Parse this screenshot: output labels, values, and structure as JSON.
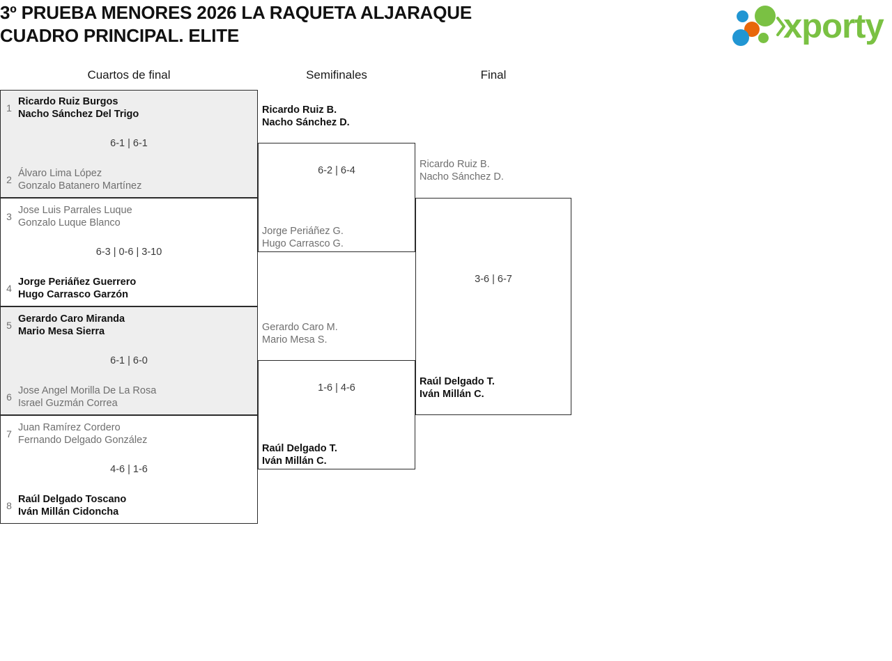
{
  "header": {
    "title_line1": "3º PRUEBA MENORES 2026 LA RAQUETA ALJARAQUE",
    "title_line2": "CUADRO PRINCIPAL. ELITE",
    "logo_text": "xporty"
  },
  "rounds": [
    {
      "label": "Cuartos de final"
    },
    {
      "label": "Semifinales"
    },
    {
      "label": "Final"
    }
  ],
  "quarterfinals": [
    {
      "top": {
        "seed": "1",
        "player1": "Ricardo Ruiz Burgos",
        "player2": "Nacho Sánchez Del Trigo",
        "winner": true
      },
      "bottom": {
        "seed": "2",
        "player1": "Álvaro Lima López",
        "player2": "Gonzalo Batanero Martínez",
        "winner": false
      },
      "score": "6-1 | 6-1"
    },
    {
      "top": {
        "seed": "3",
        "player1": "Jose Luis Parrales Luque",
        "player2": "Gonzalo Luque Blanco",
        "winner": false
      },
      "bottom": {
        "seed": "4",
        "player1": "Jorge Periáñez Guerrero",
        "player2": "Hugo Carrasco Garzón",
        "winner": true
      },
      "score": "6-3 | 0-6 | 3-10"
    },
    {
      "top": {
        "seed": "5",
        "player1": "Gerardo Caro Miranda",
        "player2": "Mario Mesa Sierra",
        "winner": true
      },
      "bottom": {
        "seed": "6",
        "player1": "Jose Angel Morilla De La Rosa",
        "player2": "Israel Guzmán Correa",
        "winner": false
      },
      "score": "6-1 | 6-0"
    },
    {
      "top": {
        "seed": "7",
        "player1": "Juan Ramírez Cordero",
        "player2": "Fernando Delgado González",
        "winner": false
      },
      "bottom": {
        "seed": "8",
        "player1": "Raúl Delgado Toscano",
        "player2": "Iván Millán Cidoncha",
        "winner": true
      },
      "score": "4-6 | 1-6"
    }
  ],
  "semifinals": [
    {
      "top": {
        "player1": "Ricardo Ruiz B.",
        "player2": "Nacho Sánchez D.",
        "winner": true
      },
      "bottom": {
        "player1": "Jorge Periáñez G.",
        "player2": "Hugo Carrasco G.",
        "winner": false
      },
      "score": "6-2 | 6-4"
    },
    {
      "top": {
        "player1": "Gerardo Caro M.",
        "player2": "Mario Mesa S.",
        "winner": false
      },
      "bottom": {
        "player1": "Raúl Delgado T.",
        "player2": "Iván Millán C.",
        "winner": true
      },
      "score": "1-6 | 4-6"
    }
  ],
  "final": {
    "top": {
      "player1": "Ricardo Ruiz B.",
      "player2": "Nacho Sánchez D.",
      "winner": false
    },
    "bottom": {
      "player1": "Raúl Delgado T.",
      "player2": "Iván Millán C.",
      "winner": true
    },
    "score": "3-6 | 6-7"
  },
  "colors": {
    "accent_green": "#7ac143",
    "accent_blue": "#2196d3",
    "accent_orange": "#e8670a",
    "box_border": "#2b2b2b",
    "row_alt_bg": "#eeeeee",
    "loser_text": "#6f6f6f"
  }
}
